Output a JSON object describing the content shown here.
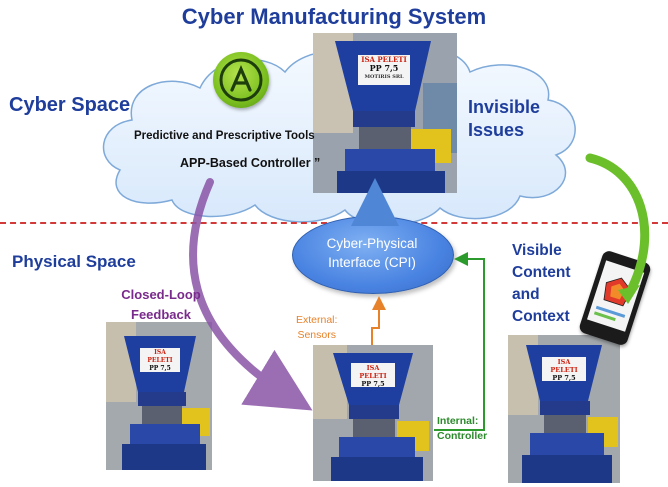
{
  "title": "Cyber Manufacturing System",
  "cyber_space": "Cyber Space",
  "invisible_issues": [
    "Invisible",
    "Issues"
  ],
  "tools": "Predictive and Prescriptive Tools",
  "app_controller": "APP-Based Controller ”",
  "physical_space": "Physical Space",
  "closed_loop": [
    "Closed-Loop",
    "Feedback"
  ],
  "cpi": [
    "Cyber-Physical",
    "Interface (CPI)"
  ],
  "external": [
    "External:",
    "Sensors"
  ],
  "internal": [
    "Internal:",
    "Controller"
  ],
  "visible": [
    "Visible",
    "Content",
    "and",
    "Context"
  ],
  "machine_label": {
    "line1": "ISA PELETI",
    "line2": "PP 7,5",
    "line3": "MOTIRIS SRL"
  },
  "icons": {
    "app": "app-store-icon",
    "phone": "smartphone-icon"
  },
  "colors": {
    "title": "#1f3e9c",
    "divider": "#d23a3a",
    "closed_loop_arrow": "#8a55a8",
    "to_cpi_arrow": "#4f86d6",
    "external_arrow": "#e8822a",
    "internal_arrow": "#2d9a2d",
    "visible_arrow": "#6abf2a"
  }
}
